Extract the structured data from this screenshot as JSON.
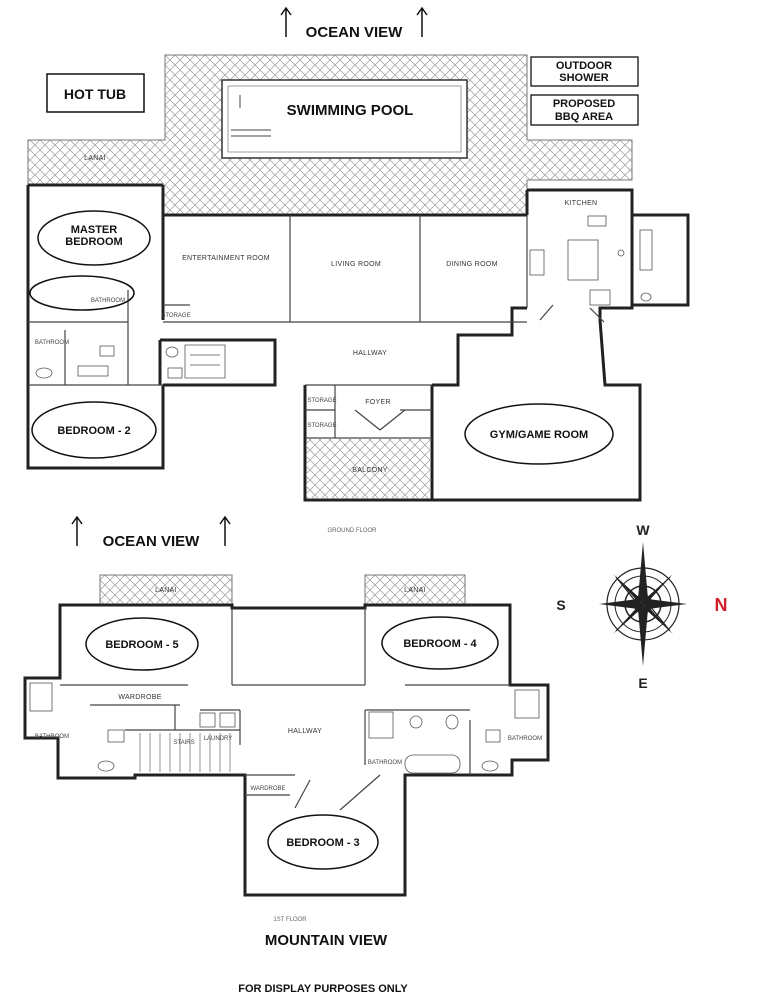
{
  "headings": {
    "ocean_view_top": "OCEAN VIEW",
    "ocean_view_middle": "OCEAN VIEW",
    "mountain_view": "MOUNTAIN VIEW",
    "disclaimer": "FOR DISPLAY PURPOSES ONLY"
  },
  "boxes": {
    "hot_tub": "HOT TUB",
    "outdoor_shower_line1": "OUTDOOR",
    "outdoor_shower_line2": "SHOWER",
    "bbq_line1": "PROPOSED",
    "bbq_line2": "BBQ AREA"
  },
  "ground_floor": {
    "floor_label": "GROUND FLOOR",
    "swimming_pool": "SWIMMING POOL",
    "lanai": "LANAI",
    "kitchen": "KITCHEN",
    "entertainment_room": "ENTERTAINMENT ROOM",
    "living_room": "LIVING ROOM",
    "dining_room": "DINING ROOM",
    "hallway": "HALLWAY",
    "foyer": "FOYER",
    "storage": "STORAGE",
    "balcony": "BALCONY",
    "bathroom": "BATHROOM",
    "master_bedroom_line1": "MASTER",
    "master_bedroom_line2": "BEDROOM",
    "bedroom_2": "BEDROOM - 2",
    "gym_game_room": "GYM/GAME ROOM"
  },
  "first_floor": {
    "floor_label": "1ST FLOOR",
    "lanai": "LANAI",
    "bedroom_3": "BEDROOM - 3",
    "bedroom_4": "BEDROOM - 4",
    "bedroom_5": "BEDROOM - 5",
    "hallway": "HALLWAY",
    "wardrobe": "WARDROBE",
    "bathroom": "BATHROOM",
    "stairs": "STAIRS",
    "laundry": "LAUNDRY"
  },
  "compass": {
    "west": "W",
    "south": "S",
    "north": "N",
    "east": "E",
    "north_color": "#d4202a"
  }
}
